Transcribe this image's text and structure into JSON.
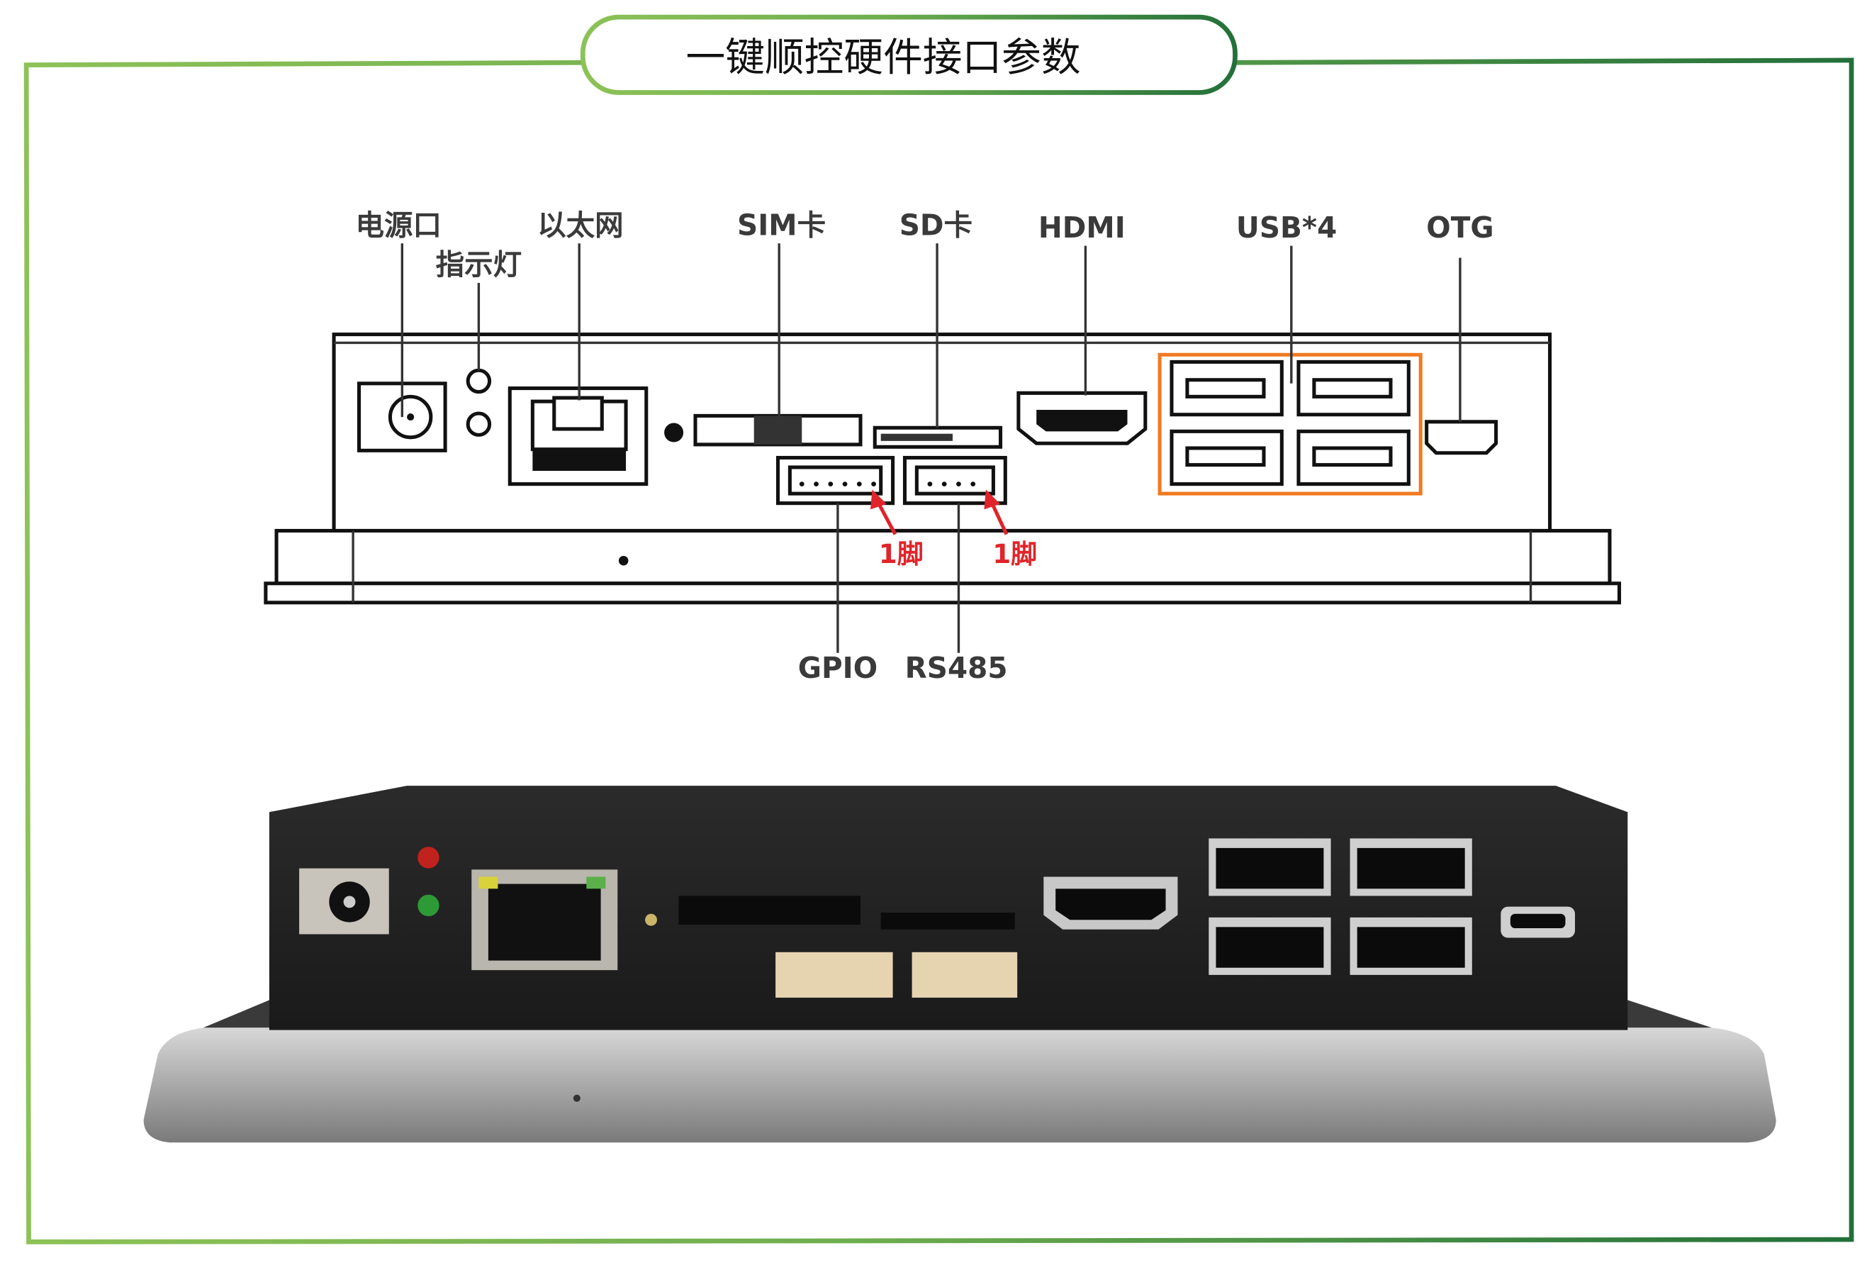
{
  "title": "一键顺控硬件接口参数",
  "colors": {
    "frame_light": "#8cc257",
    "frame_dark": "#23703a",
    "usb_highlight": "#f07a22",
    "pin_marker": "#e0242a"
  },
  "labels": {
    "power": "电源口",
    "indicator": "指示灯",
    "ethernet": "以太网",
    "sim": "SIM卡",
    "sd": "SD卡",
    "hdmi": "HDMI",
    "usb": "USB*4",
    "otg": "OTG",
    "gpio": "GPIO",
    "rs485": "RS485",
    "pin1_gpio": "1脚",
    "pin1_rs485": "1脚"
  }
}
